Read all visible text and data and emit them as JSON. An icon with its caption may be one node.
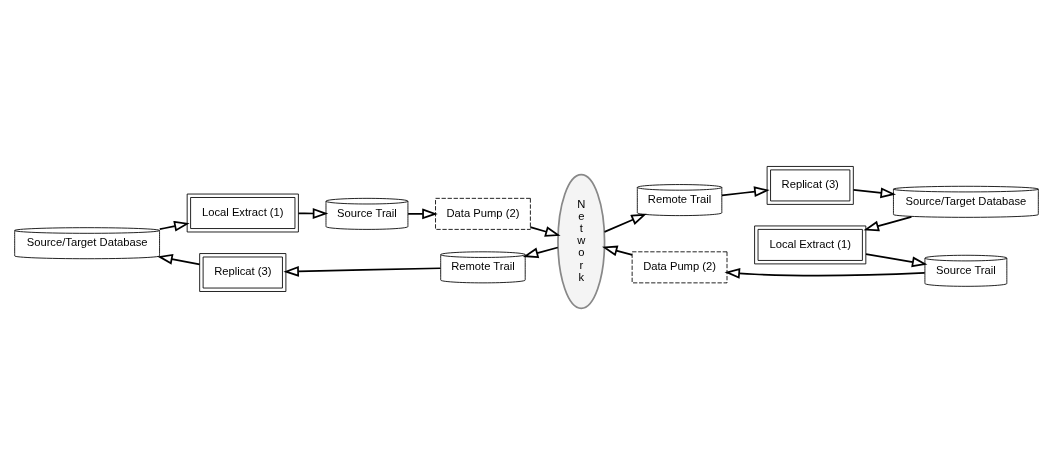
{
  "diagram": {
    "nodes": [
      {
        "text": [
          "Source/Target Database"
        ]
      },
      {
        "text": [
          "Replicat (3)"
        ]
      },
      {
        "text": [
          "Remote Trail"
        ]
      },
      {
        "text": [
          "Network"
        ]
      },
      {
        "text": [
          "Data Pump (2)"
        ]
      },
      {
        "text": [
          "Source Trail"
        ]
      },
      {
        "text": [
          "Local Extract (1)"
        ]
      },
      {
        "text": [
          "Source/Target Database"
        ]
      },
      {
        "text": [
          "Local Extract (1)"
        ]
      },
      {
        "text": [
          "Data Pump (2)"
        ]
      },
      {
        "text": [
          "Remote Trail"
        ]
      },
      {
        "text": [
          "Replicat (3)"
        ]
      },
      {
        "text": [
          "Source Trail"
        ]
      }
    ],
    "edges": [
      {
        "from": 7,
        "to": 6,
        "arrow": "to"
      },
      {
        "from": 6,
        "to": 5,
        "arrow": "to"
      },
      {
        "from": 5,
        "to": 4,
        "arrow": "to"
      },
      {
        "from": 4,
        "to": 3,
        "arrow": "to"
      },
      {
        "from": 3,
        "to": 2,
        "arrow": "to"
      },
      {
        "from": 2,
        "to": 1,
        "arrow": "to"
      },
      {
        "from": 1,
        "to": 0,
        "arrow": "to"
      },
      {
        "from": 0,
        "to": 8,
        "arrow": "to"
      },
      {
        "from": 8,
        "to": 12,
        "arrow": "to"
      },
      {
        "from": 12,
        "to": 9,
        "arrow": "to"
      },
      {
        "from": 9,
        "to": 3,
        "arrow": "to"
      },
      {
        "from": 3,
        "to": 10,
        "arrow": "to"
      },
      {
        "from": 10,
        "to": 11,
        "arrow": "to"
      },
      {
        "from": 11,
        "to": 7,
        "arrow": "to"
      }
    ]
  }
}
